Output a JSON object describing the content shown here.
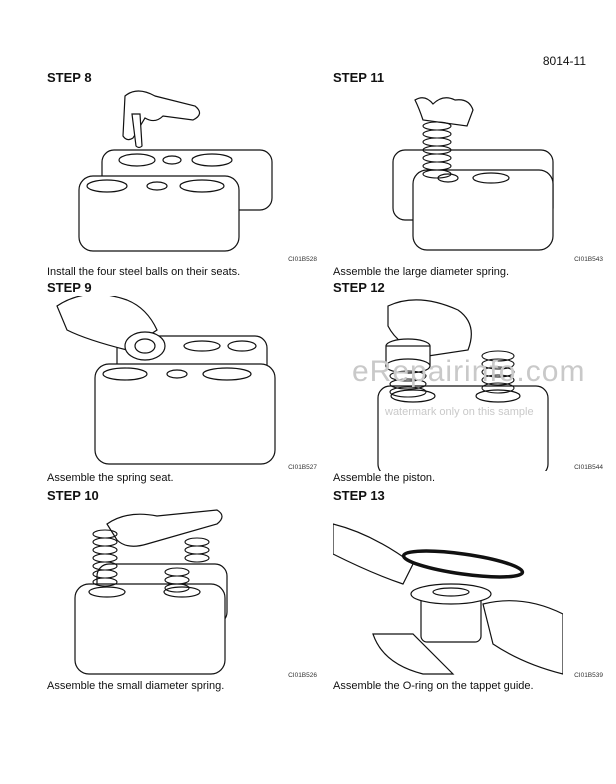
{
  "page_number": "8014-11",
  "steps": [
    {
      "title": "STEP 8",
      "caption": "Install the four steel balls on their seats.",
      "code": "CI01B528"
    },
    {
      "title": "STEP 11",
      "caption": "Assemble the large diameter spring.",
      "code": "CI01B543"
    },
    {
      "title": "STEP 9",
      "caption": "Assemble the spring seat.",
      "code": "CI01B527"
    },
    {
      "title": "STEP 12",
      "caption": "Assemble the piston.",
      "code": "CI01B544"
    },
    {
      "title": "STEP 10",
      "caption": "Assemble the small diameter spring.",
      "code": "CI01B526"
    },
    {
      "title": "STEP 13",
      "caption": "Assemble the O-ring on the tappet guide.",
      "code": "CI01B539"
    }
  ],
  "watermark": {
    "text": "eRepairinfo.com",
    "subtext": "watermark only on this sample"
  }
}
